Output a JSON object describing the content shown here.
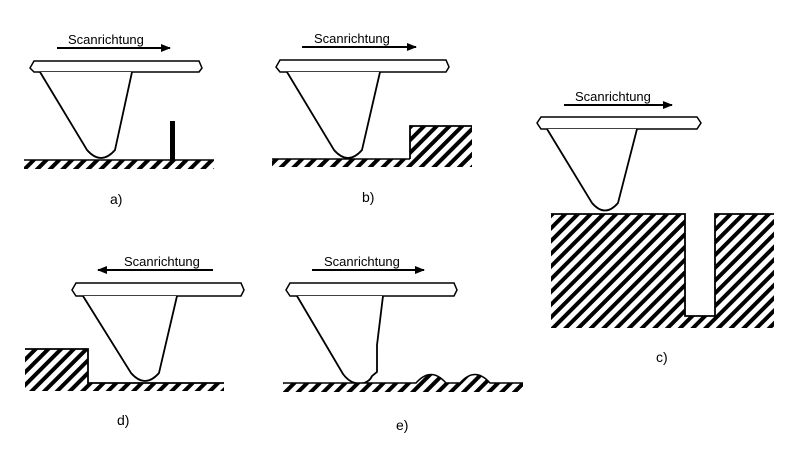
{
  "panels": [
    {
      "id": "a",
      "label": "a)",
      "scan_label": "Scanrichtung",
      "arrow": "right",
      "feature": "thin vertical post"
    },
    {
      "id": "b",
      "label": "b)",
      "scan_label": "Scanrichtung",
      "arrow": "right",
      "feature": "step up"
    },
    {
      "id": "c",
      "label": "c)",
      "scan_label": "Scanrichtung",
      "arrow": "right",
      "feature": "narrow trench"
    },
    {
      "id": "d",
      "label": "d)",
      "scan_label": "Scanrichtung",
      "arrow": "left",
      "feature": "step down"
    },
    {
      "id": "e",
      "label": "e)",
      "scan_label": "Scanrichtung",
      "arrow": "right",
      "feature": "small bumps, damaged tip"
    }
  ],
  "colors": {
    "ink": "#000000",
    "background": "#ffffff"
  }
}
